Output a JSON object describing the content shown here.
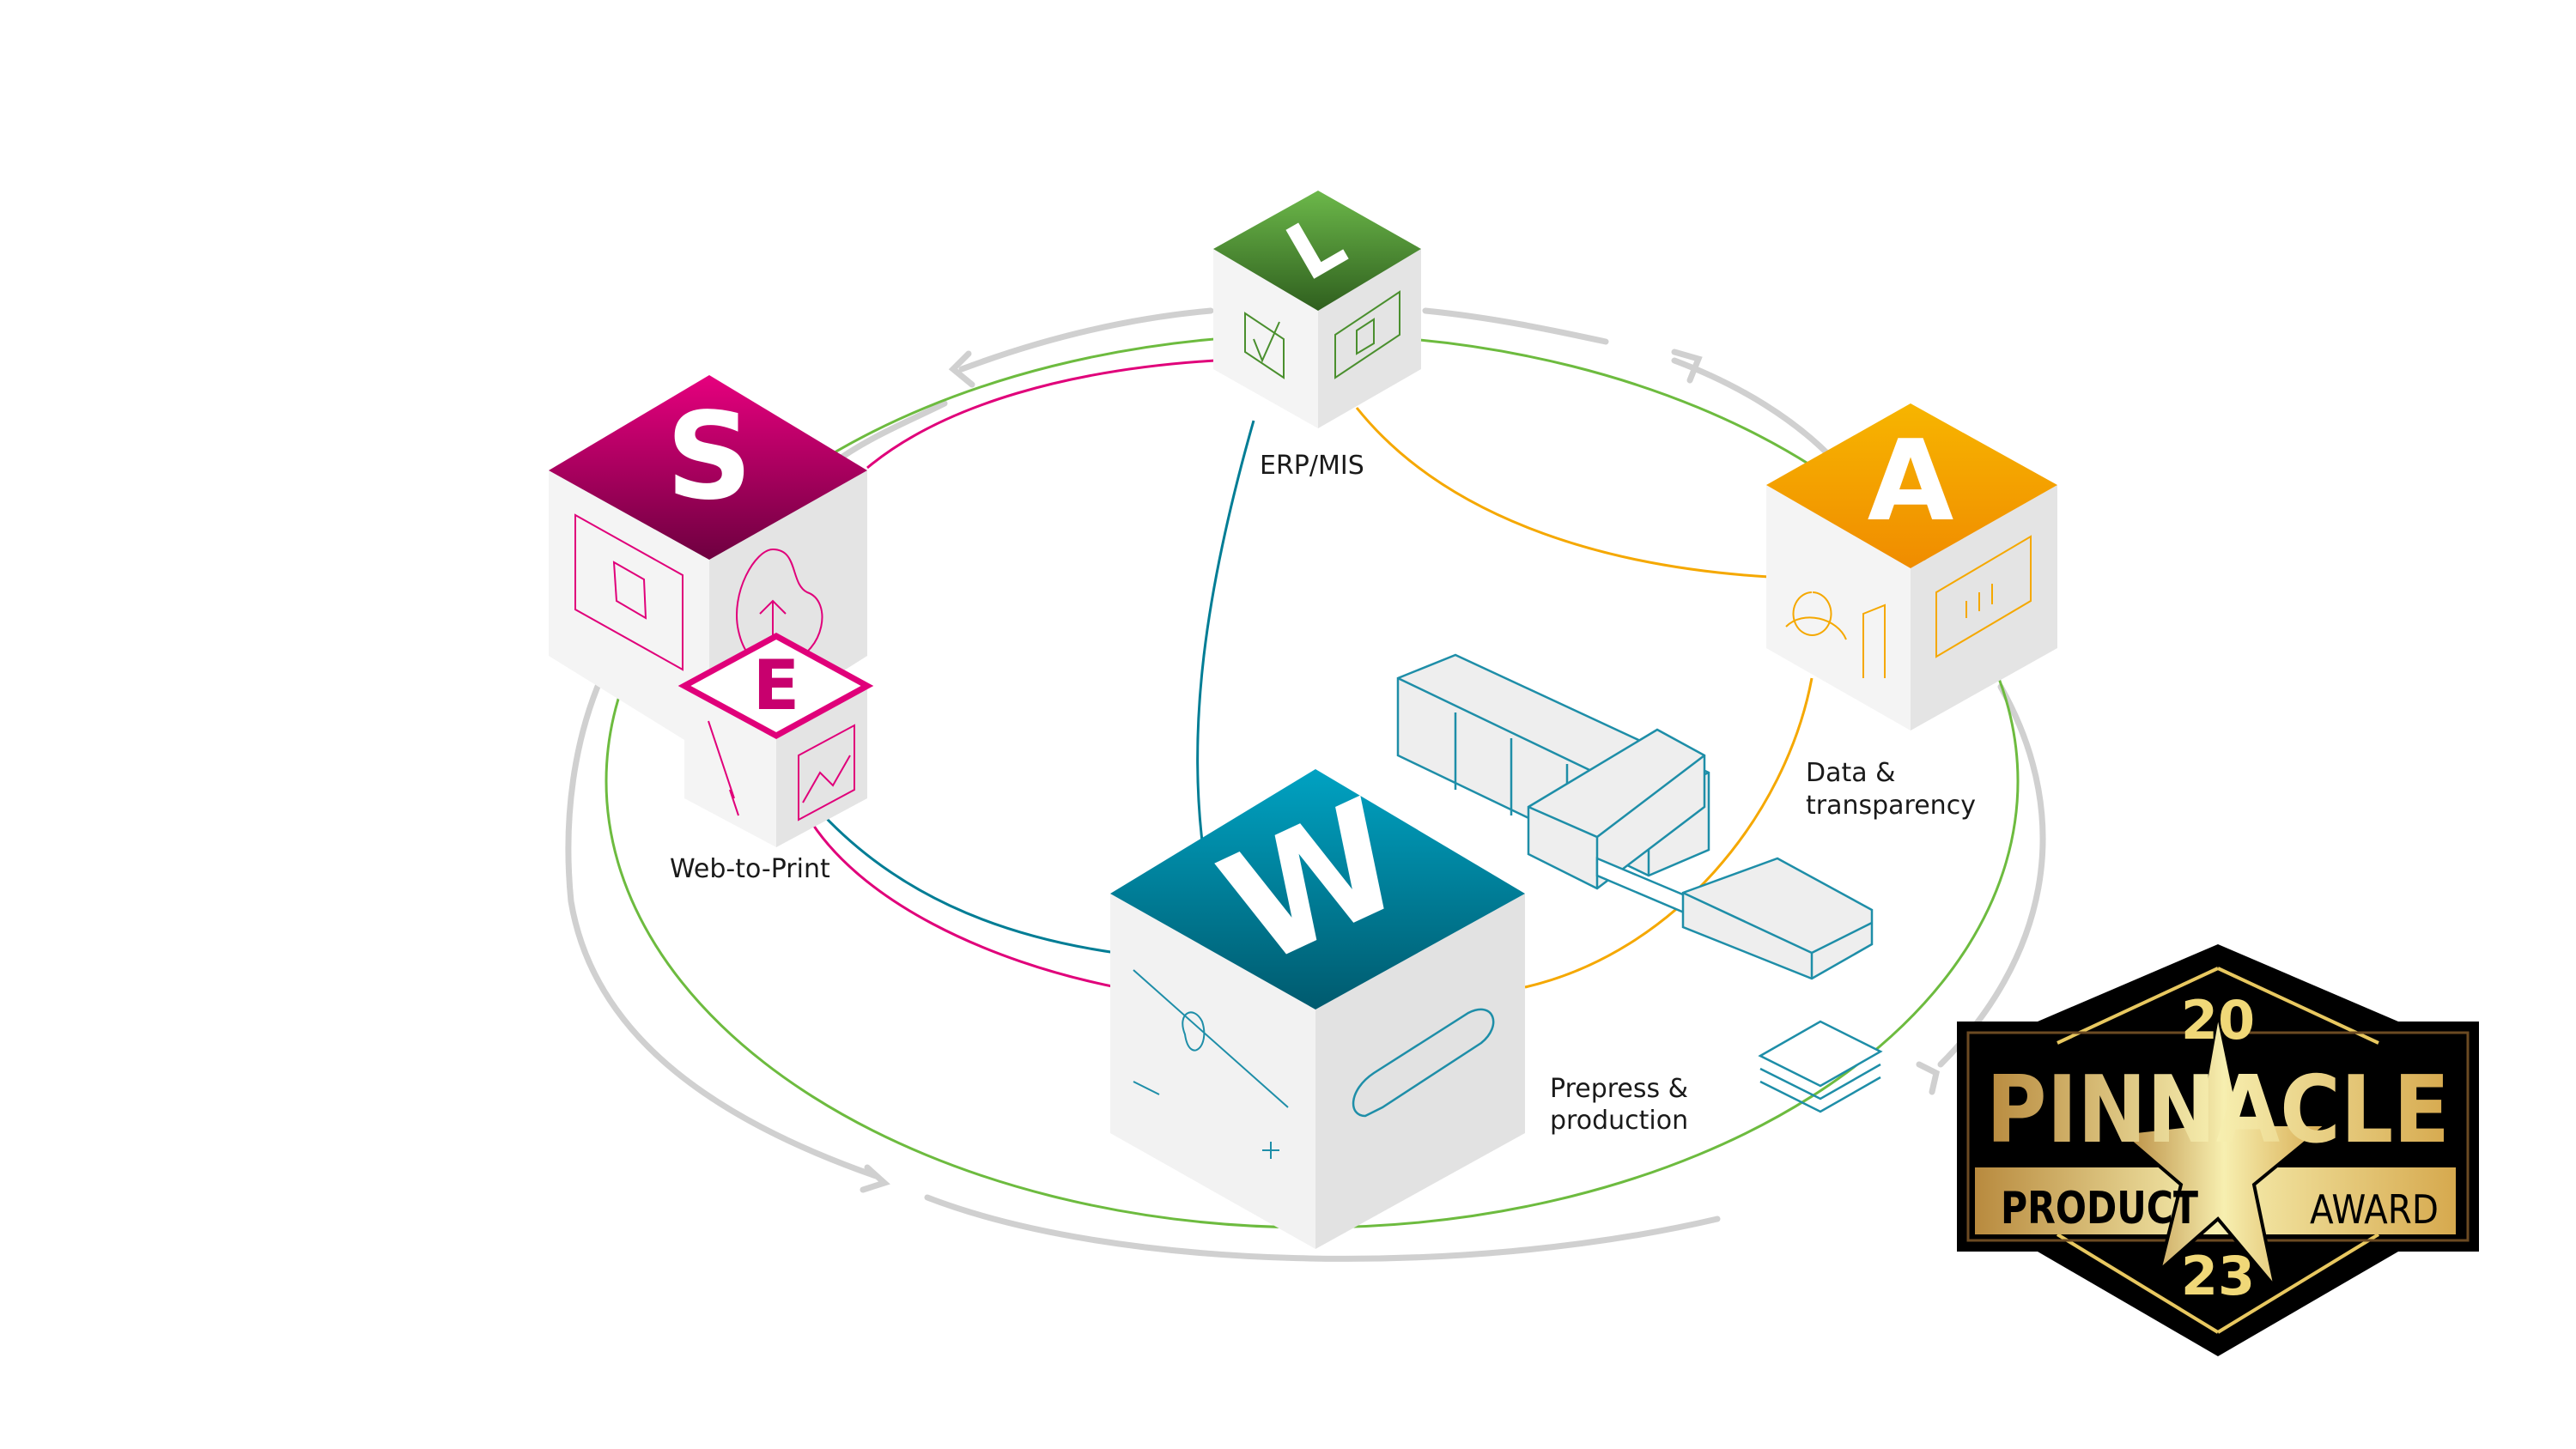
{
  "labels": {
    "erp": "ERP/MIS",
    "web_to_print": "Web-to-Print",
    "data_line1": "Data &",
    "data_line2": "transparency",
    "prepress_line1": "Prepress &",
    "prepress_line2": "production"
  },
  "cubes": {
    "s": {
      "letter": "S",
      "color": "#c8006e"
    },
    "e": {
      "letter": "E",
      "color": "#e0007a"
    },
    "l": {
      "letter": "L",
      "color": "#4a8f2e"
    },
    "a": {
      "letter": "A",
      "color": "#f5a800"
    },
    "w": {
      "letter": "W",
      "color": "#00829e"
    }
  },
  "badge": {
    "year_top": "20",
    "title": "PINNACLE",
    "product": "PRODUCT",
    "award": "AWARD",
    "year_bottom": "23"
  },
  "colors": {
    "ring_gray": "#d0d0d0",
    "ring_green": "#6dbb3f",
    "line_magenta": "#e0007a",
    "line_teal": "#007d95",
    "line_orange": "#f5a800",
    "gold": "#e8c860"
  }
}
